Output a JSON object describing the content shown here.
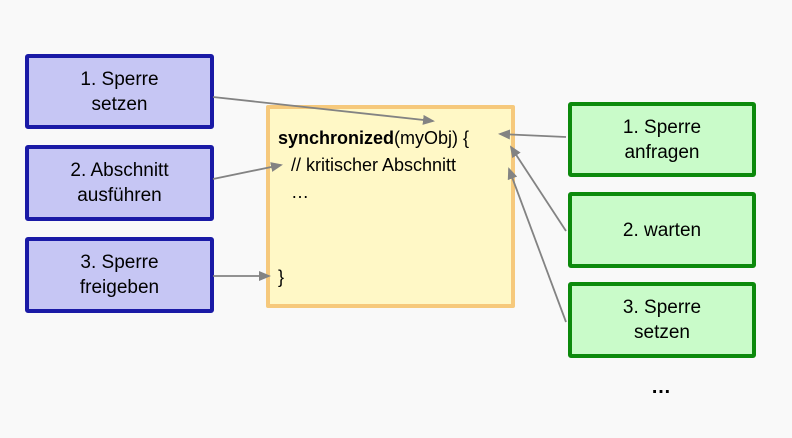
{
  "diagram": {
    "title_semantic": "synchronized block locking diagram",
    "background_color": "#f9f9f9",
    "arrow_color": "#838383",
    "left_column": {
      "fill_color": "#c6c6f4",
      "border_color": "#1a1aa6",
      "items": [
        {
          "line1": "1. Sperre",
          "line2": "setzen"
        },
        {
          "line1": "2. Abschnitt",
          "line2": "ausführen"
        },
        {
          "line1": "3. Sperre",
          "line2": "freigeben"
        }
      ]
    },
    "code_box": {
      "fill_color": "#fff8c6",
      "border_color": "#f6c97c",
      "line1_keyword": "synchronized",
      "line1_rest": "(myObj) {",
      "line2": "// kritischer Abschnitt",
      "line3": "…",
      "line4": "}"
    },
    "right_column": {
      "fill_color": "#c9fbc9",
      "border_color": "#0c8a0c",
      "items": [
        {
          "line1": "1. Sperre",
          "line2": "anfragen"
        },
        {
          "line1": "2. warten",
          "line2": ""
        },
        {
          "line1": "3. Sperre",
          "line2": "setzen"
        }
      ]
    },
    "ellipsis": "…",
    "edges": [
      {
        "from": "left-step-1",
        "to": "code-header-line"
      },
      {
        "from": "left-step-2",
        "to": "code-comment-line"
      },
      {
        "from": "left-step-3",
        "to": "code-closing-brace"
      },
      {
        "from": "right-step-1",
        "to": "code-opening-brace"
      },
      {
        "from": "right-step-2",
        "to": "code-opening-brace"
      },
      {
        "from": "right-step-3",
        "to": "code-opening-brace"
      }
    ]
  }
}
